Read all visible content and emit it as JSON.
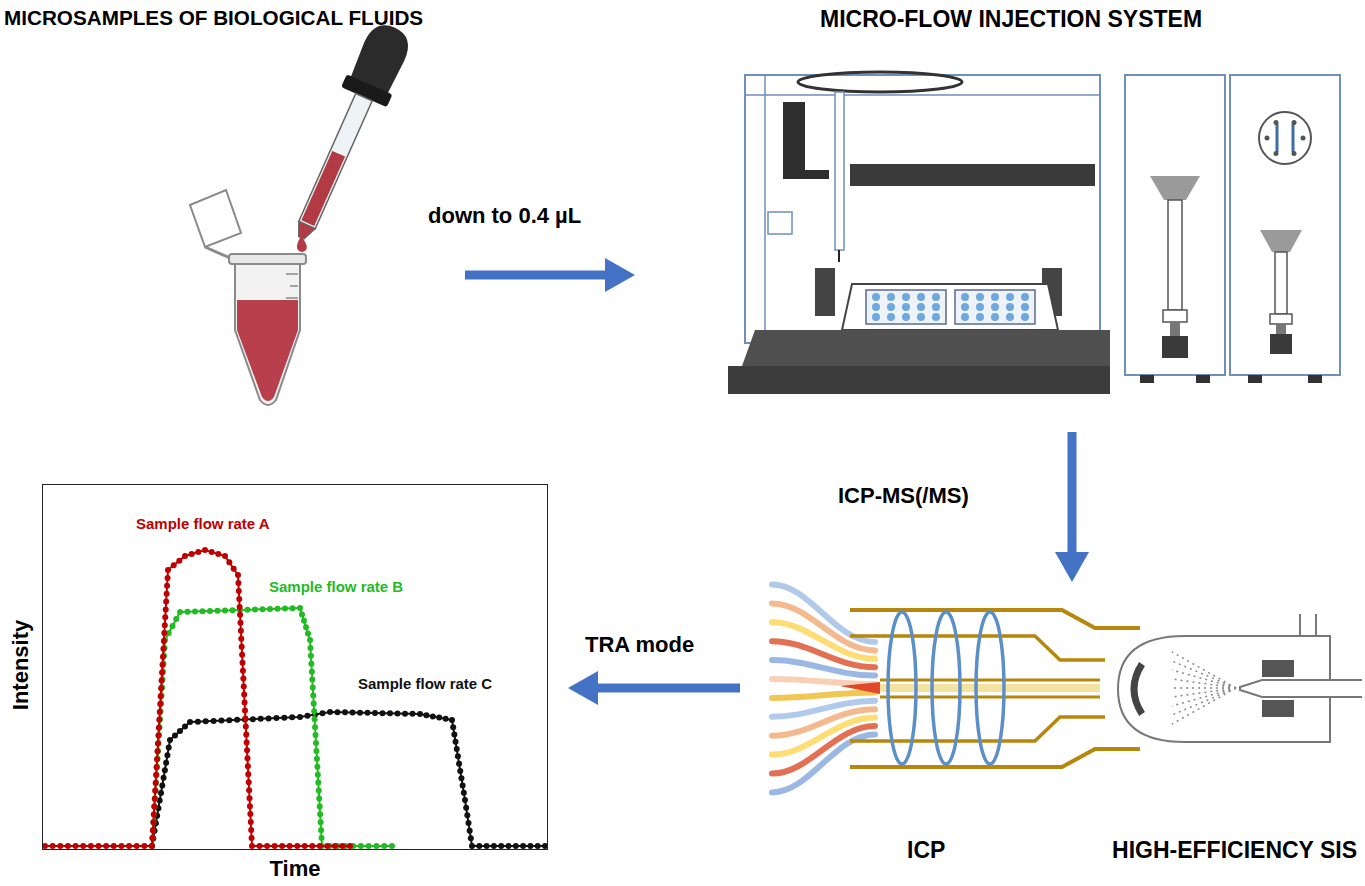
{
  "diagram": {
    "nodes": [
      {
        "text": [
          "MICROSAMPLES OF BIOLOGICAL FLUIDS"
        ]
      },
      {
        "text": [
          "MICRO-FLOW INJECTION SYSTEM"
        ]
      },
      {
        "text": [
          "ICP",
          "HIGH-EFFICIENCY SIS"
        ]
      },
      {
        "text": [
          "Sample flow rate A",
          "Sample flow rate B",
          "Sample flow rate C"
        ]
      }
    ],
    "edges": [
      {
        "from": 0,
        "to": 1,
        "arrow": "to",
        "label": "down to 0.4 µL"
      },
      {
        "from": 1,
        "to": 2,
        "arrow": "to",
        "label": "ICP-MS(/MS)"
      },
      {
        "from": 2,
        "to": 3,
        "arrow": "to",
        "label": "TRA mode"
      }
    ],
    "labels": [
      "Intensity",
      "Time"
    ]
  }
}
